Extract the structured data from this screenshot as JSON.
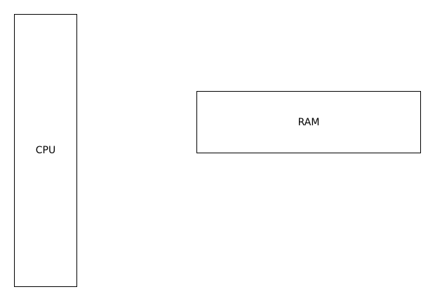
{
  "diagram": {
    "blocks": [
      {
        "id": "cpu",
        "label": "CPU"
      },
      {
        "id": "ram",
        "label": "RAM"
      }
    ]
  },
  "colors": {
    "background": "#ffffff",
    "stroke": "#000000",
    "text": "#000000"
  }
}
